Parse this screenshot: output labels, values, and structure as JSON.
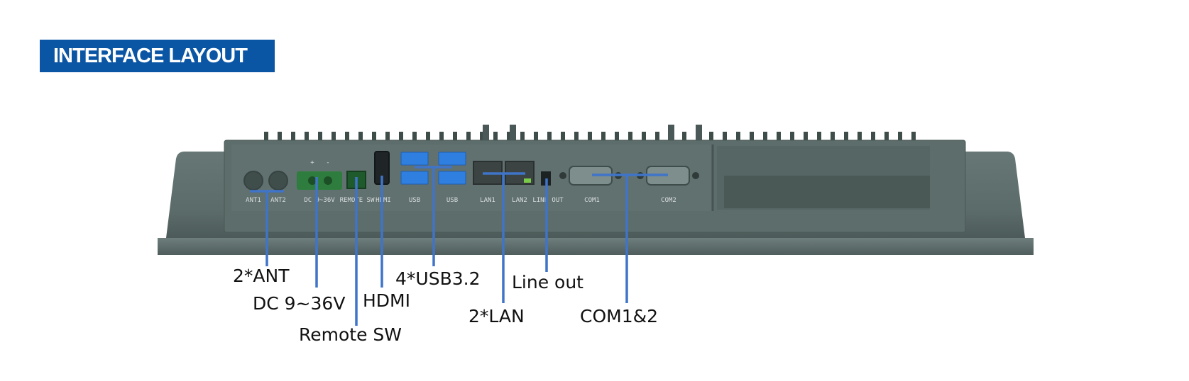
{
  "header": {
    "title": "INTERFACE LAYOUT"
  },
  "colors": {
    "header_bg": "#0b56a4",
    "leader": "#3f74c8",
    "chassis": "#5a6a68",
    "chassis_light": "#6c7c7a",
    "chassis_dark": "#485755",
    "usb_blue": "#2f7fe0",
    "terminal_green": "#2f7d3e"
  },
  "port_labels": {
    "ant1": "ANT1",
    "ant2": "ANT2",
    "dc": "DC 9~36V",
    "remote_sw": "REMOTE SW",
    "hdmi": "HDMI",
    "usb_a": "USB",
    "usb_b": "USB",
    "lan1": "LAN1",
    "lan2": "LAN2",
    "line_out": "LINE OUT",
    "com1": "COM1",
    "com2": "COM2",
    "dc_plus": "+",
    "dc_minus": "-"
  },
  "callouts": {
    "ant": "2*ANT",
    "dc": "DC 9~36V",
    "remote_sw": "Remote SW",
    "hdmi": "HDMI",
    "usb": "4*USB3.2",
    "lan": "2*LAN",
    "line_out": "Line out",
    "com": "COM1&2"
  }
}
